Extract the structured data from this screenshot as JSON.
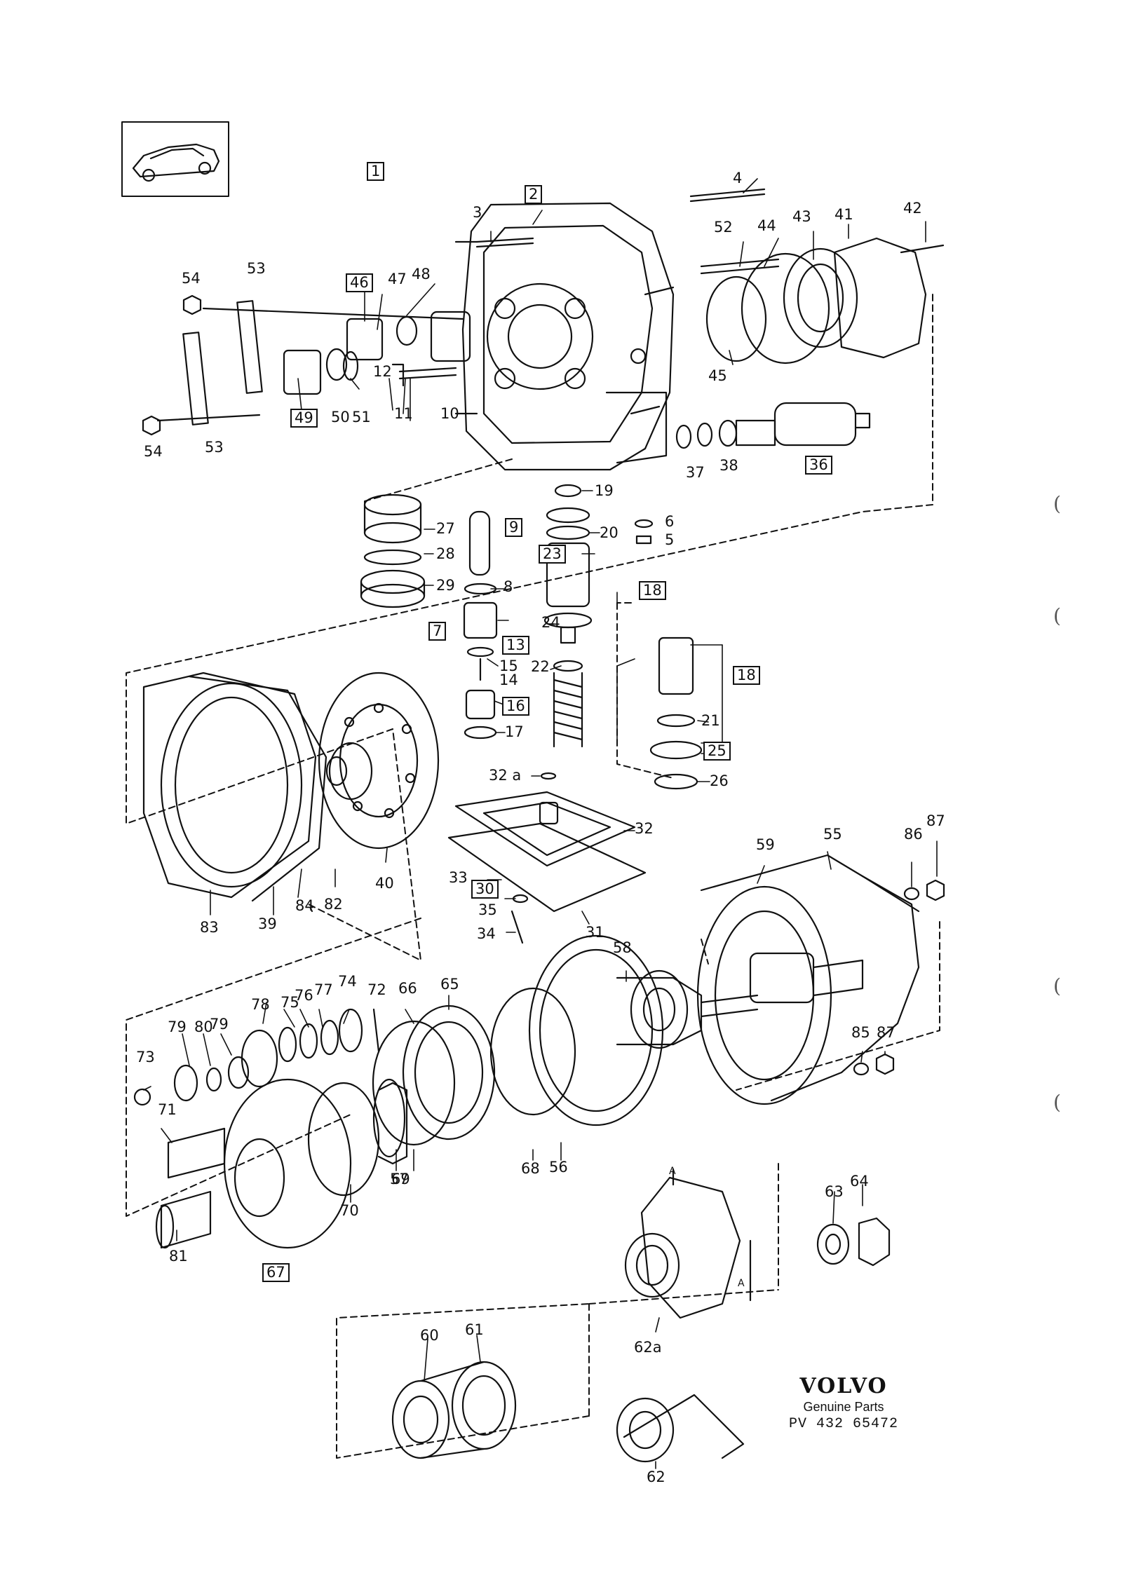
{
  "callouts": [
    {
      "text": "1",
      "boxed": true
    },
    {
      "text": "2",
      "boxed": true
    },
    {
      "text": "3"
    },
    {
      "text": "4"
    },
    {
      "text": "5"
    },
    {
      "text": "6"
    },
    {
      "text": "7",
      "boxed": true
    },
    {
      "text": "8"
    },
    {
      "text": "9",
      "boxed": true
    },
    {
      "text": "10"
    },
    {
      "text": "11"
    },
    {
      "text": "12"
    },
    {
      "text": "13",
      "boxed": true
    },
    {
      "text": "14"
    },
    {
      "text": "15"
    },
    {
      "text": "16",
      "boxed": true
    },
    {
      "text": "17"
    },
    {
      "text": "18",
      "boxed": true
    },
    {
      "text": "18",
      "boxed": true
    },
    {
      "text": "19"
    },
    {
      "text": "20"
    },
    {
      "text": "21"
    },
    {
      "text": "22"
    },
    {
      "text": "23",
      "boxed": true
    },
    {
      "text": "24"
    },
    {
      "text": "25",
      "boxed": true
    },
    {
      "text": "26"
    },
    {
      "text": "27"
    },
    {
      "text": "28"
    },
    {
      "text": "29"
    },
    {
      "text": "30",
      "boxed": true
    },
    {
      "text": "31"
    },
    {
      "text": "32"
    },
    {
      "text": "32 a"
    },
    {
      "text": "33"
    },
    {
      "text": "34"
    },
    {
      "text": "35"
    },
    {
      "text": "36",
      "boxed": true
    },
    {
      "text": "37"
    },
    {
      "text": "38"
    },
    {
      "text": "39"
    },
    {
      "text": "40"
    },
    {
      "text": "41"
    },
    {
      "text": "42"
    },
    {
      "text": "43"
    },
    {
      "text": "44"
    },
    {
      "text": "45"
    },
    {
      "text": "46",
      "boxed": true
    },
    {
      "text": "47"
    },
    {
      "text": "48"
    },
    {
      "text": "49",
      "boxed": true
    },
    {
      "text": "50"
    },
    {
      "text": "51"
    },
    {
      "text": "52"
    },
    {
      "text": "53"
    },
    {
      "text": "53"
    },
    {
      "text": "54"
    },
    {
      "text": "54"
    },
    {
      "text": "55"
    },
    {
      "text": "56"
    },
    {
      "text": "57"
    },
    {
      "text": "58"
    },
    {
      "text": "59"
    },
    {
      "text": "60"
    },
    {
      "text": "61"
    },
    {
      "text": "62"
    },
    {
      "text": "62a"
    },
    {
      "text": "63"
    },
    {
      "text": "64"
    },
    {
      "text": "65"
    },
    {
      "text": "66"
    },
    {
      "text": "67",
      "boxed": true
    },
    {
      "text": "68"
    },
    {
      "text": "69"
    },
    {
      "text": "70"
    },
    {
      "text": "71"
    },
    {
      "text": "72"
    },
    {
      "text": "73"
    },
    {
      "text": "74"
    },
    {
      "text": "75"
    },
    {
      "text": "76"
    },
    {
      "text": "77"
    },
    {
      "text": "78"
    },
    {
      "text": "79"
    },
    {
      "text": "79"
    },
    {
      "text": "80"
    },
    {
      "text": "81"
    },
    {
      "text": "82"
    },
    {
      "text": "83"
    },
    {
      "text": "84"
    },
    {
      "text": "85"
    },
    {
      "text": "86"
    },
    {
      "text": "87"
    },
    {
      "text": "87"
    },
    {
      "text": "A"
    },
    {
      "text": "A"
    }
  ],
  "branding": {
    "logo": "VOLVO",
    "subtitle": "Genuine Parts",
    "code": "PV 432 65472"
  },
  "colors": {
    "ink": "#111111",
    "paper": "#ffffff"
  }
}
